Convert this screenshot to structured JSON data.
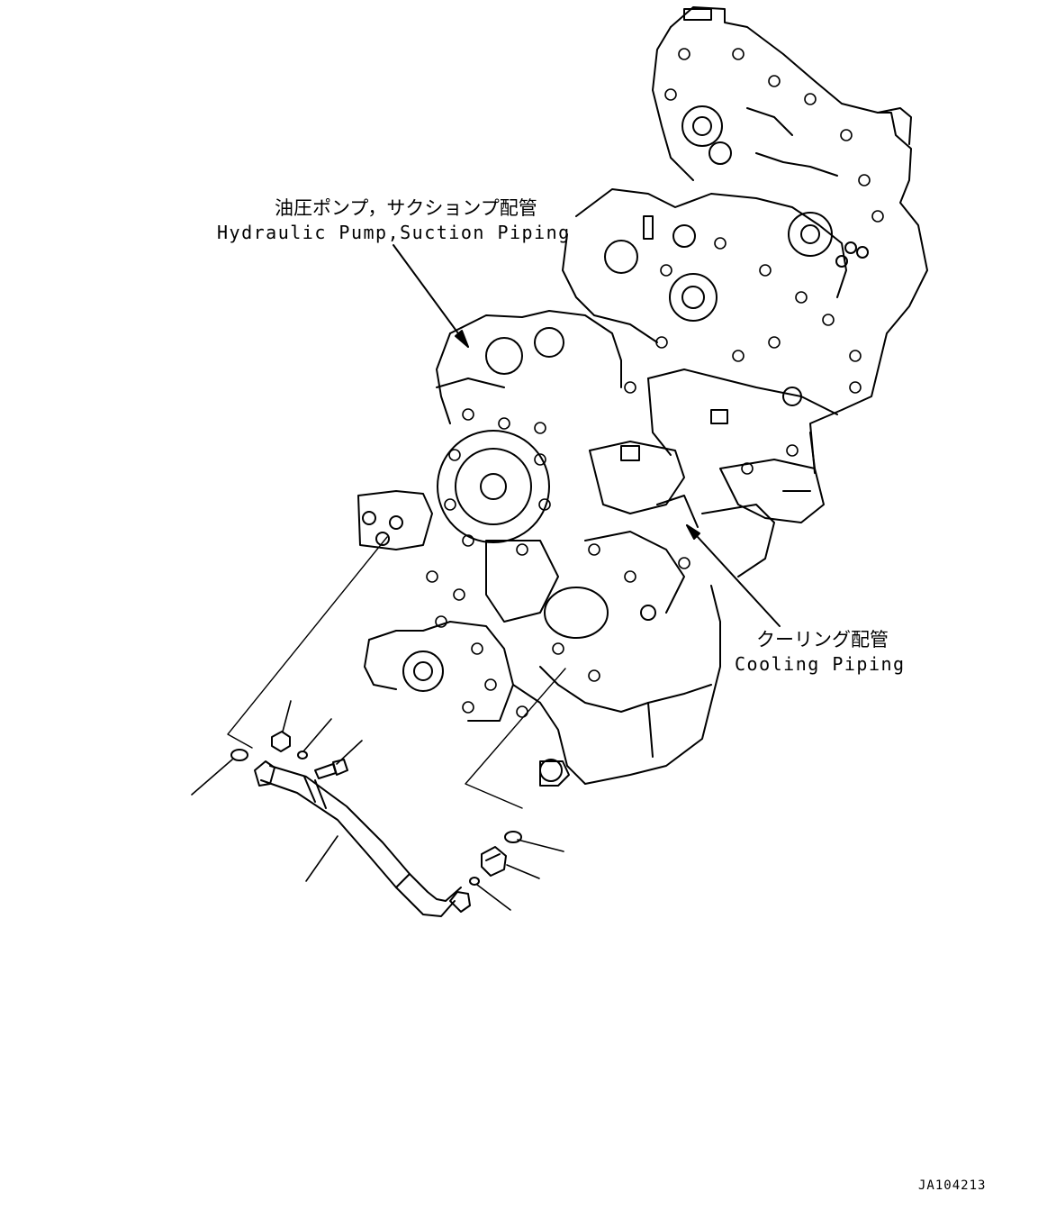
{
  "callouts": {
    "hydraulic_pump": {
      "label_jp": "油圧ポンプ，サクションプ配管",
      "label_en": "Hydraulic Pump,Suction Piping"
    },
    "cooling": {
      "label_jp": "クーリング配管",
      "label_en": "Cooling Piping"
    }
  },
  "drawing_id": "JA104213",
  "colors": {
    "line": "#000000",
    "background": "#ffffff"
  }
}
